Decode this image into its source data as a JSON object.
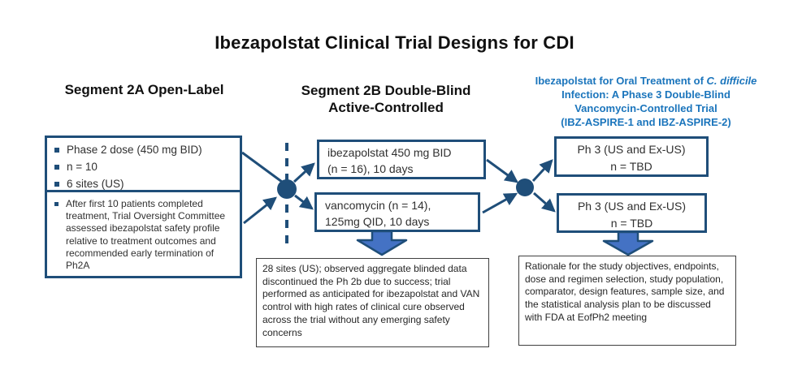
{
  "title": "Ibezapolstat Clinical Trial Designs for CDI",
  "colors": {
    "accent_dark_blue": "#1F4E79",
    "heading_blue": "#1B75BC",
    "block_arrow_fill": "#4472C4"
  },
  "segment_2a": {
    "heading": "Segment 2A Open-Label",
    "design_box_bullets": [
      "Phase 2 dose (450 mg BID)",
      "n = 10",
      "6 sites (US)"
    ],
    "oversight_box_bullet": "After first 10 patients completed treatment, Trial Oversight Committee assessed ibezapolstat safety profile relative to treatment outcomes and recommended early termination of Ph2A"
  },
  "segment_2b": {
    "heading_line1": "Segment 2B Double-Blind",
    "heading_line2": "Active-Controlled",
    "ibezapolstat_arm": {
      "line1": "ibezapolstat 450 mg BID",
      "line2": "(n = 16), 10 days"
    },
    "vancomycin_arm": {
      "line1": "vancomycin (n = 14),",
      "line2": "125mg QID, 10 days"
    },
    "outcome_note": "28 sites (US); observed aggregate blinded data discontinued the Ph 2b due to success; trial performed as anticipated for ibezapolstat and VAN control with high rates of clinical cure observed across the trial without any emerging safety concerns"
  },
  "phase_3": {
    "heading_line1_prefix": "Ibezapolstat for Oral Treatment of ",
    "heading_line1_italic": "C. difficile",
    "heading_line2": "Infection: A Phase 3 Double-Blind",
    "heading_line3": "Vancomycin-Controlled Trial",
    "heading_line4": "(IBZ-ASPIRE-1 and IBZ-ASPIRE-2)",
    "aspire_1_box": {
      "line1": "Ph 3 (US and Ex-US)",
      "line2": "n = TBD"
    },
    "aspire_2_box": {
      "line1": "Ph 3 (US and Ex-US)",
      "line2": "n = TBD"
    },
    "rationale_note": "Rationale for the study objectives, endpoints, dose and regimen selection, study population, comparator, design features, sample size, and the statistical analysis plan to be discussed with FDA at EofPh2 meeting"
  }
}
